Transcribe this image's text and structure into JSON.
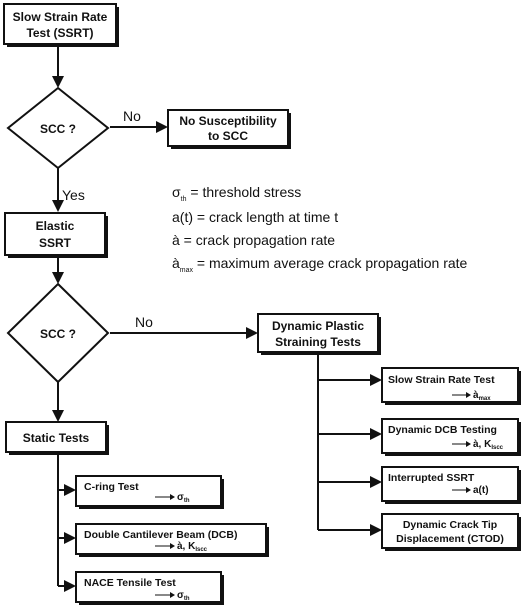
{
  "nodes": {
    "ssrt": {
      "line1": "Slow Strain Rate",
      "line2": "Test (SSRT)"
    },
    "scc1": {
      "label": "SCC ?"
    },
    "no_susc": {
      "line1": "No Susceptibility",
      "line2": "to SCC"
    },
    "elastic": {
      "line1": "Elastic",
      "line2": "SSRT"
    },
    "scc2": {
      "label": "SCC ?"
    },
    "dynamic": {
      "line1": "Dynamic Plastic",
      "line2": "Straining Tests"
    },
    "static": {
      "label": "Static Tests"
    }
  },
  "edges": {
    "no1": "No",
    "yes1": "Yes",
    "no2": "No"
  },
  "legend": {
    "sigma": "σ",
    "th_sub": "th",
    "sigma_text": " = threshold stress",
    "at_text": "a(t) = crack length at time t",
    "adot_text": "à = crack propagation rate",
    "adot_max": "à",
    "max_sub": "max",
    "adot_max_text": " = maximum average crack propagation rate"
  },
  "dynamic_tests": [
    {
      "name": "Slow Strain Rate Test",
      "result": "à",
      "result_sub": "max"
    },
    {
      "name": "Dynamic DCB Testing",
      "result": "à, K",
      "result_sub": "Iscc"
    },
    {
      "name": "Interrupted SSRT",
      "result": "a(t)",
      "result_sub": ""
    },
    {
      "name": "Dynamic Crack Tip",
      "name2": "Displacement (CTOD)"
    }
  ],
  "static_tests": [
    {
      "name": "C-ring Test",
      "result": "σ",
      "result_sub": "th"
    },
    {
      "name": "Double Cantilever Beam (DCB)",
      "result": "à, K",
      "result_sub": "Iscc"
    },
    {
      "name": "NACE Tensile Test",
      "result": "σ",
      "result_sub": "th"
    }
  ]
}
